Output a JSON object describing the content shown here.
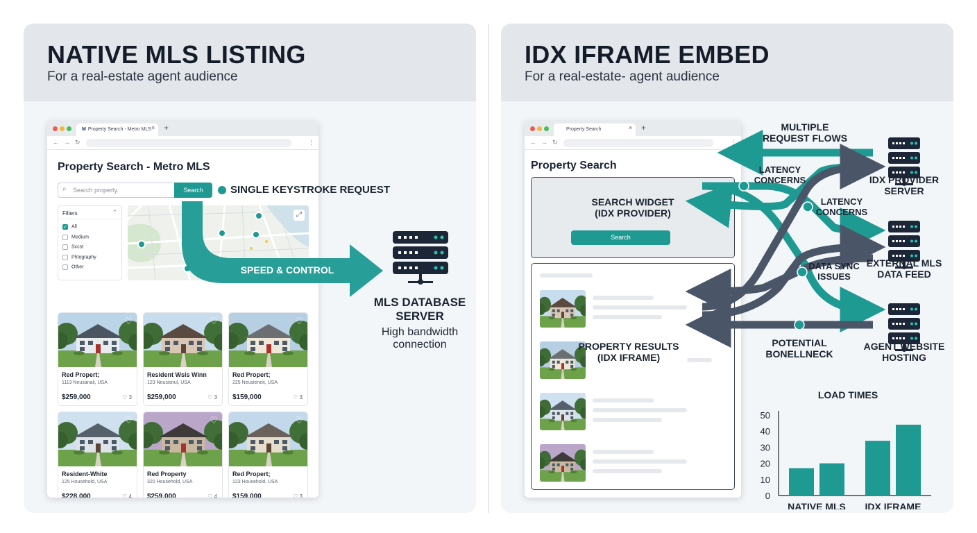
{
  "left_panel": {
    "title": "NATIVE MLS LISTING",
    "subtitle": "For a real-estate agent audience",
    "browser": {
      "tab_label": "Property Search - Metro MLS",
      "page_heading": "Property Search - Metro MLS",
      "search_placeholder": "Search property.",
      "search_button": "Search",
      "filters_title": "Filters",
      "filters": [
        {
          "label": "All",
          "checked": true
        },
        {
          "label": "Medium",
          "checked": false
        },
        {
          "label": "Sccst",
          "checked": false
        },
        {
          "label": "Phtography",
          "checked": false
        },
        {
          "label": "Other",
          "checked": false
        }
      ],
      "listings": [
        {
          "title": "Red Propert;",
          "address": "1113 Neusanail, USA",
          "price": "$259,000",
          "likes": "3"
        },
        {
          "title": "Resident Wsis Winn",
          "address": "123 Neusisnul, USA",
          "price": "$259,000",
          "likes": "3"
        },
        {
          "title": "Red Propert;",
          "address": "225 Neusieneit, USA",
          "price": "$159,000",
          "likes": "3"
        },
        {
          "title": "Resident-White",
          "address": "125 Household, USA",
          "price": "$228,000",
          "likes": "4"
        },
        {
          "title": "Red Property",
          "address": "320 Household, USA",
          "price": "$259,000",
          "likes": "4"
        },
        {
          "title": "Red Propert;",
          "address": "123 Household, USA",
          "price": "$159,000",
          "likes": "3"
        }
      ]
    },
    "annotations": {
      "keystroke": "SINGLE KEYSTROKE REQUEST",
      "speed": "SPEED & CONTROL",
      "server_line1": "MLS DATABASE",
      "server_line2": "SERVER",
      "bandwidth_line1": "High bandwidth",
      "bandwidth_line2": "connection"
    }
  },
  "right_panel": {
    "title": "IDX IFRAME EMBED",
    "subtitle": "For a real-estate- agent audience",
    "browser": {
      "tab_label": "Property Search",
      "page_heading": "Property Search",
      "widget_line1": "SEARCH WIDGET",
      "widget_line2": "(IDX PROVIDER)",
      "widget_button": "Search",
      "results_line1": "PROPERTY RESULTS",
      "results_line2": "(IDX IFRAME)"
    },
    "annotations": {
      "multiple_line1": "MULTIPLE",
      "multiple_line2": "REQUEST FLOWS",
      "latency1_line1": "LATENCY",
      "latency1_line2": "CONCERNS",
      "latency2_line1": "LATENCY",
      "latency2_line2": "CONCERNS",
      "datasync_line1": "DATA SYNC",
      "datasync_line2": "ISSUES",
      "bottleneck_line1": "POTENTIAL",
      "bottleneck_line2": "BONELLNECK"
    },
    "servers": [
      {
        "line1": "IDX PROVIDER",
        "line2": "SERVER"
      },
      {
        "line1": "EXTERNAL MLS",
        "line2": "DATA FEED"
      },
      {
        "line1": "AGENT WEBSITE",
        "line2": "HOSTING"
      }
    ]
  },
  "chart_data": {
    "type": "bar",
    "title": "LOAD TIMES",
    "categories": [
      "NATIVE MLS",
      "IDX IFRAME"
    ],
    "series": [
      {
        "values": [
          17,
          34
        ]
      },
      {
        "values": [
          20,
          44
        ]
      }
    ],
    "ylim": [
      0,
      50
    ],
    "yticks": [
      0,
      10,
      20,
      30,
      40,
      50
    ],
    "xlabel": "",
    "ylabel": "",
    "color": "#1e9a93",
    "grid": false,
    "legend": "none"
  },
  "colors": {
    "teal": "#1e9a93",
    "slate": "#4a5568",
    "navy": "#1d2636",
    "panel_bg": "#f3f6f8",
    "header_bg": "#e3e7eb"
  }
}
